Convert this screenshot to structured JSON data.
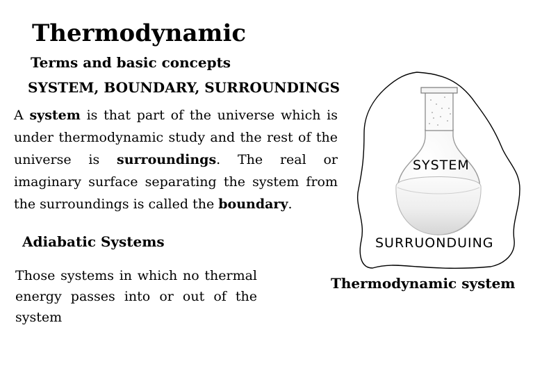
{
  "title": "Thermodynamic",
  "subtitle": "Terms and basic concepts",
  "heading": "SYSTEM, BOUNDARY, SURROUNDINGS",
  "definition": {
    "t1": "A ",
    "b1": "system",
    "t2": " is that part of the universe which is under thermodynamic study and the rest of the universe is ",
    "b2": "surroundings",
    "t3": ". The real or imaginary surface separating the system from the surroundings is called the ",
    "b3": "boundary",
    "t4": "."
  },
  "adiabatic": {
    "heading": "Adiabatic Systems",
    "text": "Those systems in which no thermal energy passes into or out of the system"
  },
  "diagram": {
    "system_label": "SYSTEM",
    "surroundings_label": "SURRUONDUING",
    "caption": "Thermodynamic system"
  }
}
